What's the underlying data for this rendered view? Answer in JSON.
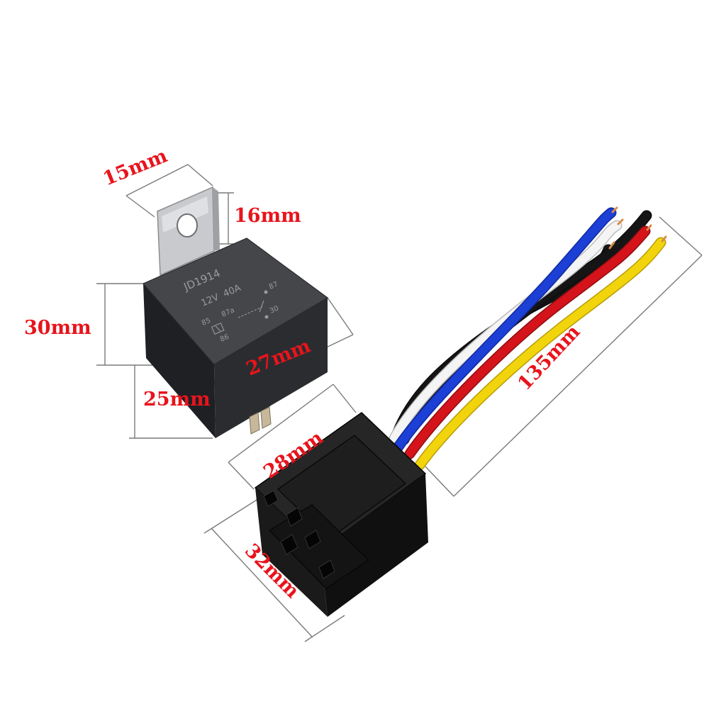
{
  "colors": {
    "dimension_text": "#e8141c",
    "dimension_line": "#7a7a7a",
    "relay_body": "#3a3b3e",
    "relay_top": "#45464a",
    "relay_marking": "#9a9a9a",
    "socket_body": "#141414",
    "bracket_metal": "#c9cacd",
    "wire_blue": "#1c3fd6",
    "wire_white": "#f4f4f4",
    "wire_black": "#151515",
    "wire_red": "#d4141a",
    "wire_yellow": "#f2d40c"
  },
  "relay": {
    "model": "JD1914",
    "rating": "12V  40A",
    "pins": {
      "p85": "85",
      "p87a": "87a",
      "p87": "87",
      "p86": "86",
      "p30": "30"
    }
  },
  "dimensions": {
    "bracket_width": "15mm",
    "bracket_height": "16mm",
    "relay_height": "30mm",
    "relay_depth": "27mm",
    "pin_height": "25mm",
    "socket_width": "28mm",
    "socket_depth": "32mm",
    "wire_length": "135mm"
  },
  "icons": {
    "relay": "automotive-relay-icon",
    "socket": "relay-socket-icon",
    "wires": "wire-harness-icon"
  }
}
